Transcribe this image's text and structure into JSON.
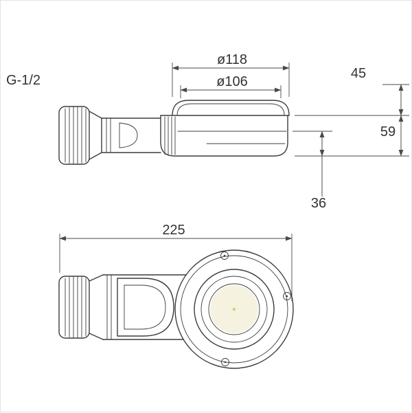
{
  "drawing": {
    "labels": {
      "thread_size": "G-1/2",
      "outer_diameter": "ø118",
      "inner_diameter": "ø106",
      "dim_45": "45",
      "dim_59": "59",
      "dim_36": "36",
      "dim_225": "225"
    },
    "colors": {
      "line": "#3c3c3c",
      "dimension": "#4a4a4a",
      "text": "#333333",
      "background": "#ffffff",
      "center_tint": "#f6f2e0"
    }
  }
}
